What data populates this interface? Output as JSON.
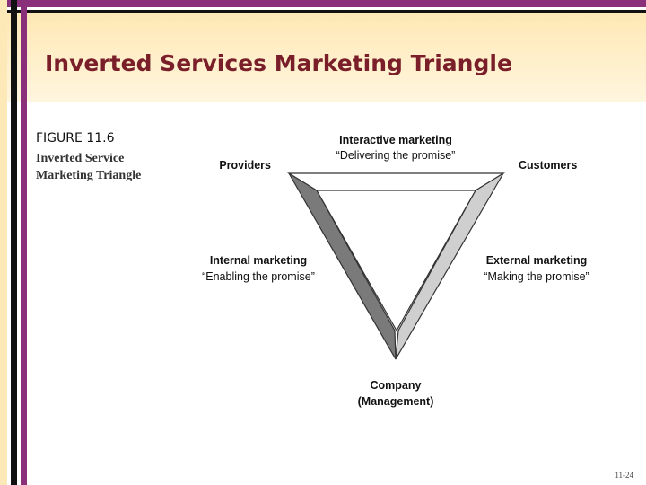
{
  "slide": {
    "title": "Inverted Services Marketing Triangle",
    "figure_number": "FIGURE 11.6",
    "figure_caption_line1": "Inverted Service",
    "figure_caption_line2": "Marketing Triangle",
    "page_number": "11-24"
  },
  "diagram": {
    "providers": "Providers",
    "customers": "Customers",
    "company_line1": "Company",
    "company_line2": "(Management)",
    "interactive_title": "Interactive marketing",
    "interactive_quote": "“Delivering the promise”",
    "internal_title": "Internal marketing",
    "internal_quote": "“Enabling the promise”",
    "external_title": "External marketing",
    "external_quote": "“Making the promise”"
  },
  "colors": {
    "title": "#7a1f2a",
    "accent_purple": "#8a2f7a",
    "band_gold": "#fde8b8",
    "internal_side": "#7a7a7a",
    "external_side": "#cfcfcf"
  }
}
